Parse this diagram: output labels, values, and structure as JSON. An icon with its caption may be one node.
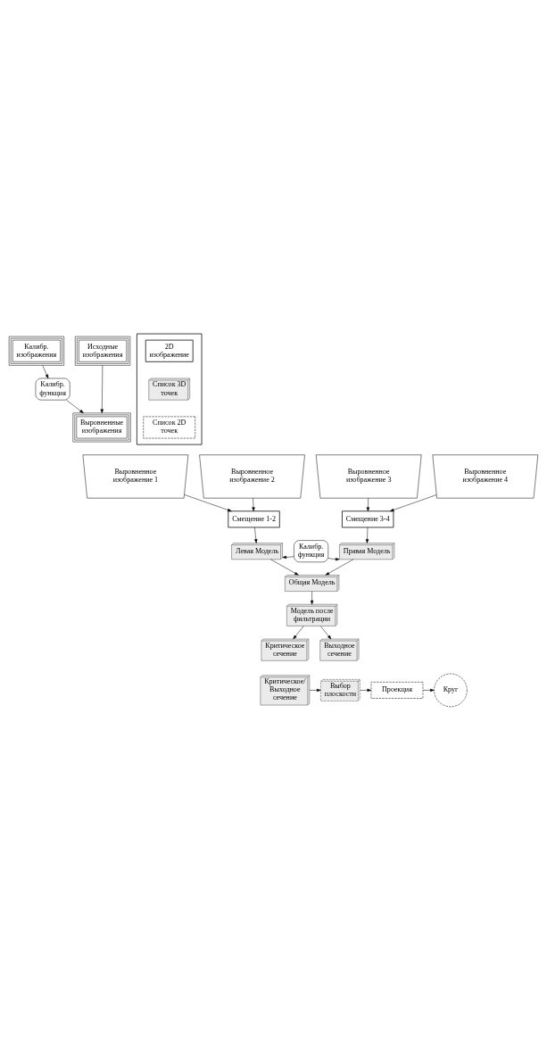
{
  "diagram": {
    "nodes": [
      {
        "text": [
          "Калибр. изображения"
        ]
      },
      {
        "text": [
          "Исходные изображения"
        ]
      },
      {
        "text": [],
        "shape": "box"
      },
      {
        "text": [
          "2D изображение"
        ],
        "in": 2
      },
      {
        "text": [
          "Список 3D точек"
        ],
        "in": 2
      },
      {
        "text": [
          "Список 2D точек"
        ],
        "in": 2
      },
      {
        "text": [
          "Калибр. функция"
        ]
      },
      {
        "text": [
          "Выровненные изображения"
        ]
      },
      {
        "text": [
          "Выровненное изображение 1"
        ]
      },
      {
        "text": [
          "Выровненное изображение 2"
        ]
      },
      {
        "text": [
          "Выровненное изображение 3"
        ]
      },
      {
        "text": [
          "Выровненное изображение 4"
        ]
      },
      {
        "text": [
          "Смещение 1-2"
        ]
      },
      {
        "text": [
          "Смещение 3-4"
        ]
      },
      {
        "text": [
          "Калибр. функция"
        ]
      },
      {
        "text": [
          "Левая Модель"
        ]
      },
      {
        "text": [
          "Правая Модель"
        ]
      },
      {
        "text": [
          "Общая Модель"
        ]
      },
      {
        "text": [
          "Модель после фильтрации"
        ]
      },
      {
        "text": [
          "Критическое сечение"
        ]
      },
      {
        "text": [
          "Выходное сечение"
        ]
      },
      {
        "text": [
          "Критическое/ Выходное сечение"
        ]
      },
      {
        "text": [
          "Выбор плоскости"
        ]
      },
      {
        "text": [
          "Проекция"
        ]
      },
      {
        "text": [
          "Круг"
        ]
      }
    ],
    "edges": [
      {
        "from": 0,
        "to": 6,
        "arrow": "to"
      },
      {
        "from": 1,
        "to": 7,
        "arrow": "to"
      },
      {
        "from": 6,
        "to": 7,
        "arrow": "to"
      },
      {
        "from": 8,
        "to": 12,
        "arrow": "to"
      },
      {
        "from": 9,
        "to": 12,
        "arrow": "to"
      },
      {
        "from": 10,
        "to": 13,
        "arrow": "to"
      },
      {
        "from": 11,
        "to": 13,
        "arrow": "to"
      },
      {
        "from": 12,
        "to": 15,
        "arrow": "to"
      },
      {
        "from": 14,
        "to": 15,
        "arrow": "to"
      },
      {
        "from": 13,
        "to": 16,
        "arrow": "to"
      },
      {
        "from": 14,
        "to": 16,
        "arrow": "to"
      },
      {
        "from": 15,
        "to": 17,
        "arrow": "to"
      },
      {
        "from": 16,
        "to": 17,
        "arrow": "to"
      },
      {
        "from": 17,
        "to": 18,
        "arrow": "to"
      },
      {
        "from": 18,
        "to": 19,
        "arrow": "to"
      },
      {
        "from": 18,
        "to": 20,
        "arrow": "to"
      },
      {
        "from": 21,
        "to": 22,
        "arrow": "to"
      },
      {
        "from": 22,
        "to": 23,
        "arrow": "to"
      },
      {
        "from": 23,
        "to": 24,
        "arrow": "to"
      }
    ]
  }
}
